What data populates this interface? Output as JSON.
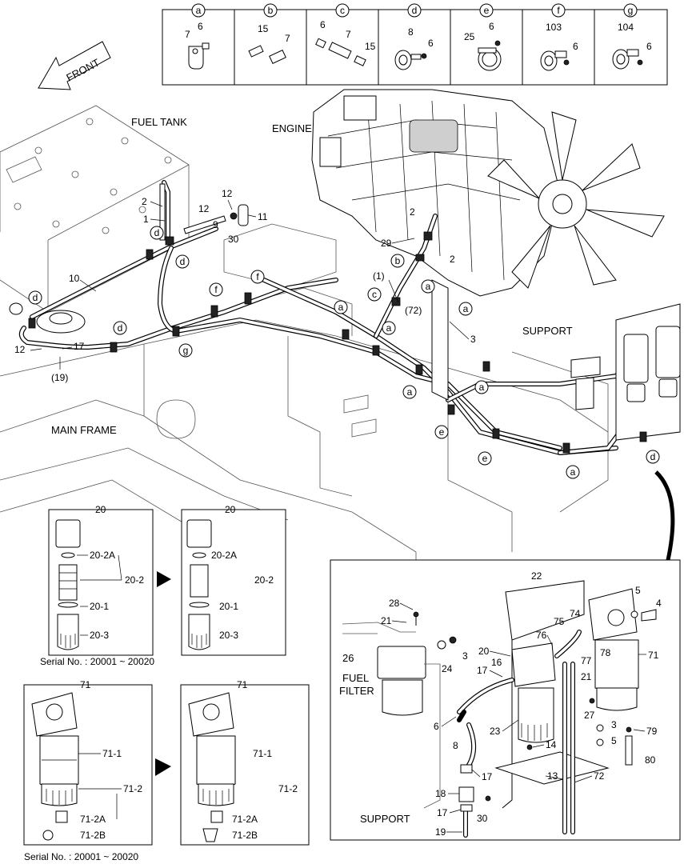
{
  "header_cells": [
    {
      "letter": "a",
      "parts": [
        "7",
        "6"
      ]
    },
    {
      "letter": "b",
      "parts": [
        "15",
        "7"
      ]
    },
    {
      "letter": "c",
      "parts": [
        "6",
        "7",
        "15"
      ]
    },
    {
      "letter": "d",
      "parts": [
        "8",
        "6"
      ]
    },
    {
      "letter": "e",
      "parts": [
        "25",
        "6"
      ]
    },
    {
      "letter": "f",
      "parts": [
        "103",
        "6"
      ]
    },
    {
      "letter": "g",
      "parts": [
        "104",
        "6"
      ]
    }
  ],
  "front_label": "FRONT",
  "labels": {
    "fuel_tank": "FUEL TANK",
    "engine": "ENGINE",
    "support": "SUPPORT",
    "main_frame": "MAIN FRAME",
    "fuel_filter_1": "FUEL",
    "fuel_filter_2": "FILTER",
    "support_detail": "SUPPORT"
  },
  "main_callouts": [
    {
      "id": "c-2a",
      "text": "2"
    },
    {
      "id": "c-1",
      "text": "1"
    },
    {
      "id": "c-12a",
      "text": "12"
    },
    {
      "id": "c-12b",
      "text": "12"
    },
    {
      "id": "c-9",
      "text": "9"
    },
    {
      "id": "c-30",
      "text": "30"
    },
    {
      "id": "c-11",
      "text": "11"
    },
    {
      "id": "c-10",
      "text": "10"
    },
    {
      "id": "c-12c",
      "text": "12"
    },
    {
      "id": "c-17",
      "text": "17"
    },
    {
      "id": "c-19",
      "text": "(19)"
    },
    {
      "id": "c-2b",
      "text": "2"
    },
    {
      "id": "c-29",
      "text": "29"
    },
    {
      "id": "c-2c",
      "text": "2"
    },
    {
      "id": "c-1p",
      "text": "(1)"
    },
    {
      "id": "c-72p",
      "text": "(72)"
    },
    {
      "id": "c-3",
      "text": "3"
    }
  ],
  "circle_markers": [
    "a",
    "b",
    "c",
    "d",
    "e",
    "f",
    "g"
  ],
  "detail_20": {
    "title": "20",
    "left": [
      "20-2A",
      "20-2",
      "20-1",
      "20-3"
    ],
    "right": [
      "20-2A",
      "20-2",
      "20-1",
      "20-3"
    ],
    "serial": "Serial No. : 20001 ~ 20020"
  },
  "detail_71": {
    "title": "71",
    "left": [
      "71-1",
      "71-2",
      "71-2A",
      "71-2B"
    ],
    "right": [
      "71-1",
      "71-2",
      "71-2A",
      "71-2B"
    ],
    "serial": "Serial No. : 20001 ~ 20020"
  },
  "filter_detail_callouts": [
    "22",
    "28",
    "21",
    "3",
    "24",
    "26",
    "20",
    "76",
    "75",
    "74",
    "5",
    "4",
    "78",
    "71",
    "77",
    "17",
    "16",
    "21",
    "27",
    "6",
    "23",
    "3",
    "79",
    "5",
    "80",
    "8",
    "14",
    "13",
    "72",
    "17",
    "18",
    "30",
    "17",
    "19"
  ]
}
